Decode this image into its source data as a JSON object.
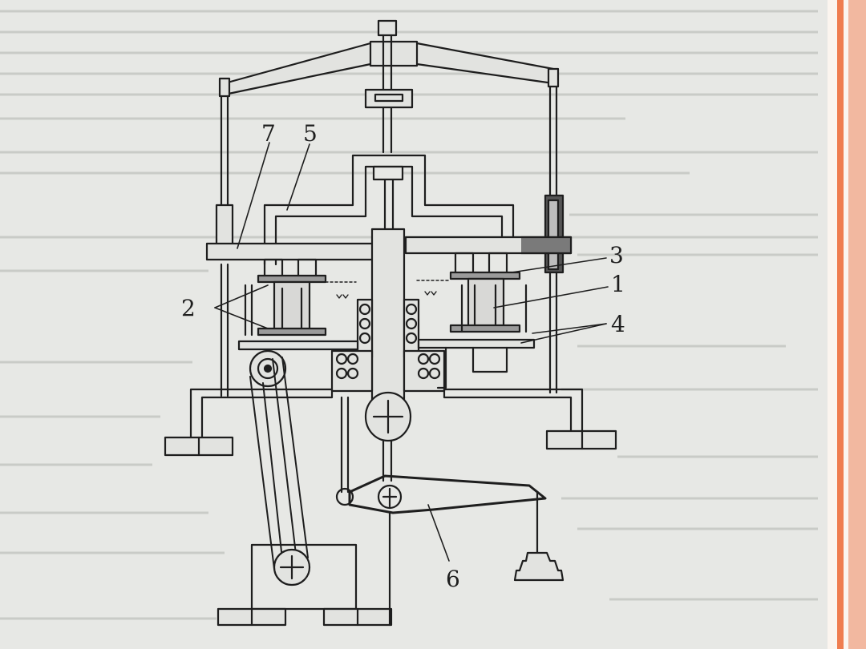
{
  "diagram": {
    "callouts": {
      "c1": "1",
      "c2": "2",
      "c3": "3",
      "c4": "4",
      "c5": "5",
      "c6": "6",
      "c7": "7"
    }
  },
  "colors": {
    "paper": "#e7e8e5",
    "ink": "#1e1e1e",
    "accent_dark": "#ef7d4f",
    "accent_light": "#f2b8a0"
  }
}
